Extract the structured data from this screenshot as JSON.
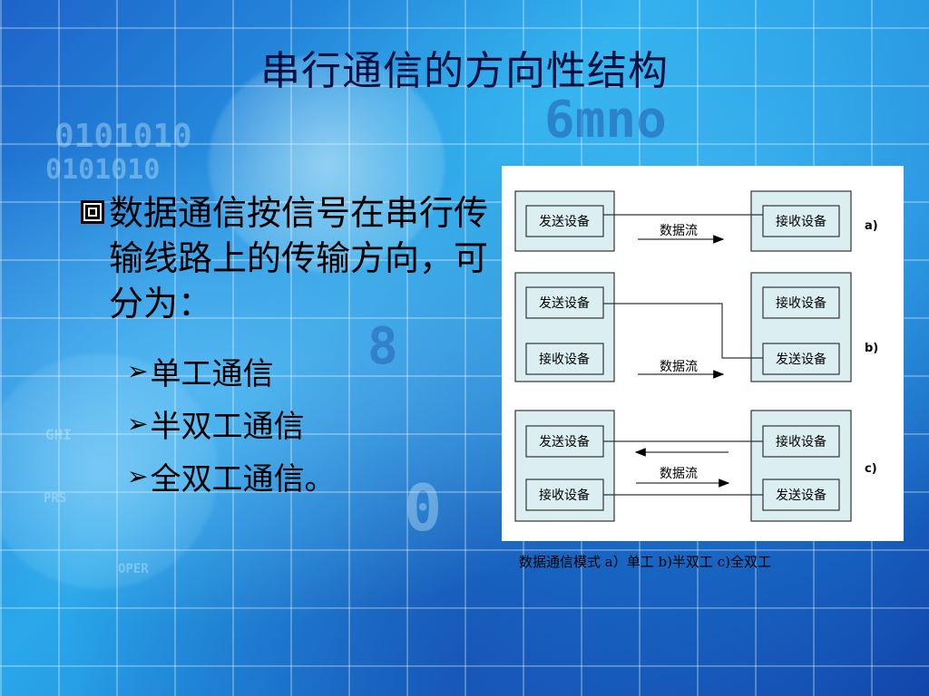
{
  "slide": {
    "title": "串行通信的方向性结构",
    "bullet": "数据通信按信号在串行传输线路上的传输方向，可分为：",
    "sub_items": [
      "单工通信",
      "半双工通信",
      "全双工通信。"
    ]
  },
  "figure": {
    "panels": [
      {
        "label": "a)",
        "left_boxes": [
          "发送设备"
        ],
        "right_boxes": [
          "接收设备"
        ],
        "flow": "数据流"
      },
      {
        "label": "b)",
        "left_boxes": [
          "发送设备",
          "接收设备"
        ],
        "right_boxes": [
          "接收设备",
          "发送设备"
        ],
        "flow": "数据流"
      },
      {
        "label": "c)",
        "left_boxes": [
          "发送设备",
          "接收设备"
        ],
        "right_boxes": [
          "接收设备",
          "发送设备"
        ],
        "flow": "数据流"
      }
    ],
    "caption": "数据通信模式 a）单工  b)半双工  c)全双工"
  },
  "background": {
    "decor_text": [
      "0101010",
      "0101010",
      "6mno",
      "8",
      "GHI",
      "PRS",
      "OPER",
      "0"
    ]
  },
  "colors": {
    "box_fill": "#dbeef0",
    "title_color": "#001040"
  }
}
